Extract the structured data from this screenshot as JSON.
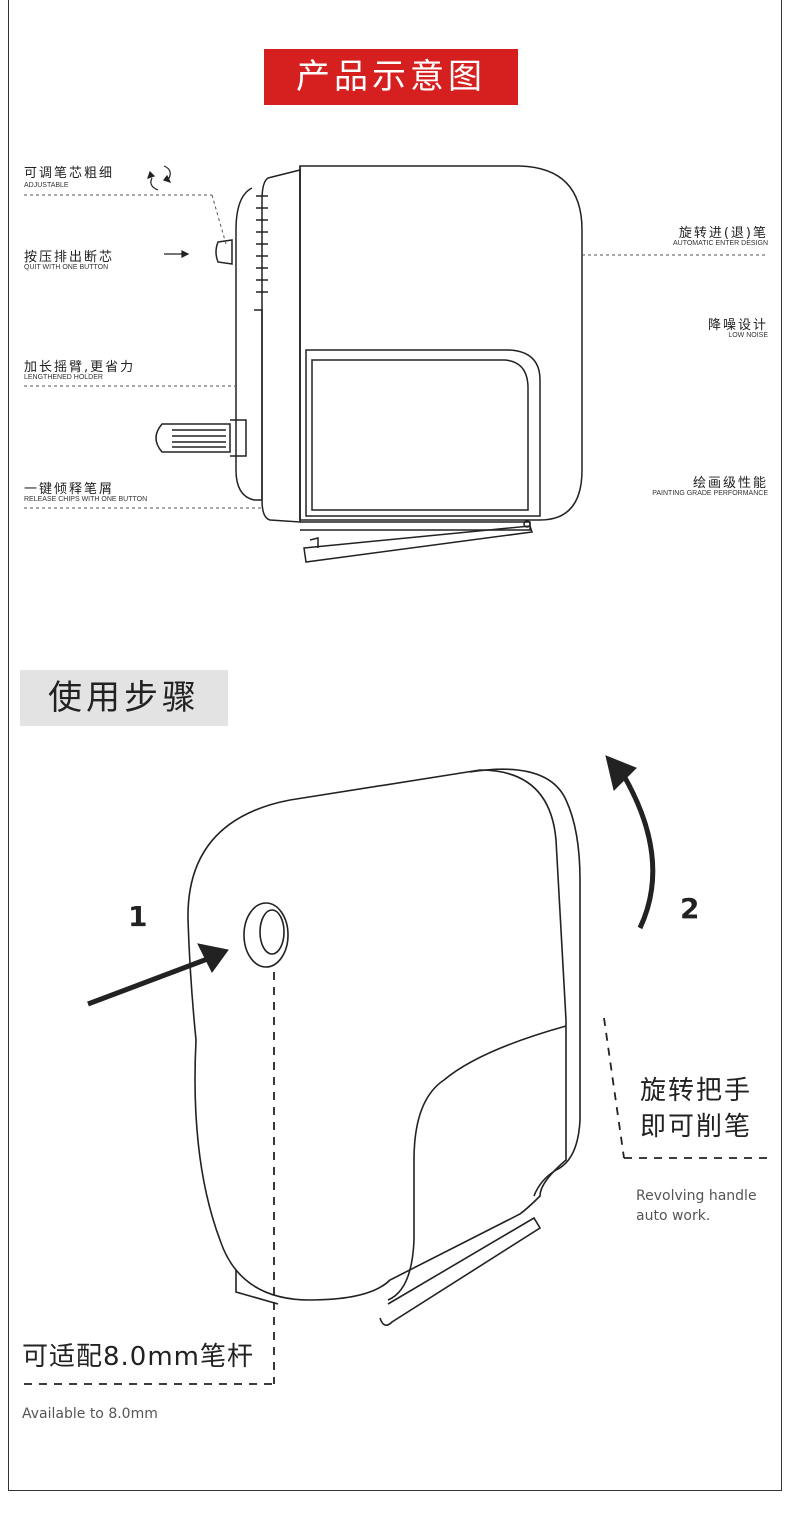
{
  "section1": {
    "title": "产品示意图"
  },
  "section2": {
    "title": "使用步骤"
  },
  "labels": {
    "adjustable": {
      "cn": "可调笔芯粗细",
      "en": "ADJUSTABLE"
    },
    "quit": {
      "cn": "按压排出断芯",
      "en": "QUIT WITH ONE BUTTON"
    },
    "holder": {
      "cn": "加长摇臂,更省力",
      "en": "LENGTHENED HOLDER"
    },
    "release": {
      "cn": "一键倾释笔屑",
      "en": "RELEASE CHIPS WITH ONE BUTTON"
    },
    "auto": {
      "cn": "旋转进(退)笔",
      "en": "AUTOMATIC ENTER DESIGN"
    },
    "noise": {
      "cn": "降噪设计",
      "en": "LOW NOISE"
    },
    "painting": {
      "cn": "绘画级性能",
      "en": "PAINTING GRADE PERFORMANCE"
    }
  },
  "steps": {
    "step1": "1",
    "step2": "2",
    "rotate_line1": "旋转把手",
    "rotate_line2": "即可削笔",
    "rotate_en_line1": "Revolving handle",
    "rotate_en_line2": "auto work.",
    "adapt_cn": "可适配8.0mm笔杆",
    "adapt_en": "Available to 8.0mm"
  },
  "colors": {
    "accent": "#d62020",
    "grey_box": "#e3e3e3",
    "line": "#222222"
  },
  "icons": [
    "rotate-icon",
    "arrow-right-icon",
    "curved-arrow-icon",
    "push-arrow-icon"
  ]
}
